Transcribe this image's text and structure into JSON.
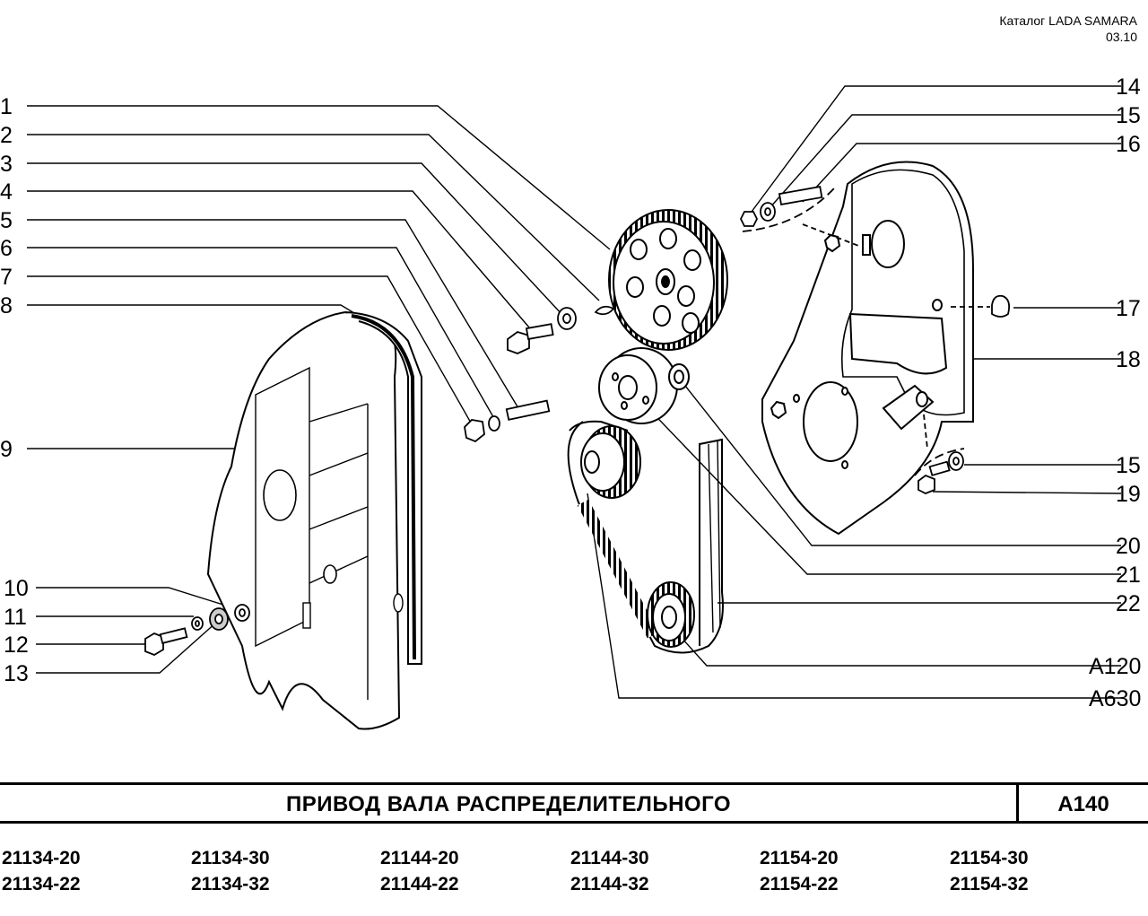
{
  "header": {
    "catalog_line": "Каталог  LADA SAMARA",
    "date": "03.10"
  },
  "title_block": {
    "title": "ПРИВОД  ВАЛА  РАСПРЕДЕЛИТЕЛЬНОГО",
    "page_code": "A140"
  },
  "callouts": {
    "c1": "1",
    "c2": "2",
    "c3": "3",
    "c4": "4",
    "c5": "5",
    "c6": "6",
    "c7": "7",
    "c8": "8",
    "c9": "9",
    "c10": "10",
    "c11": "11",
    "c12": "12",
    "c13": "13",
    "c14": "14",
    "c15a": "15",
    "c16": "16",
    "c17": "17",
    "c18": "18",
    "c15b": "15",
    "c19": "19",
    "c20": "20",
    "c21": "21",
    "c22": "22",
    "a120": "A120",
    "a630": "A630"
  },
  "models": [
    [
      "21134-20",
      "21134-22"
    ],
    [
      "21134-30",
      "21134-32"
    ],
    [
      "21144-20",
      "21144-22"
    ],
    [
      "21144-30",
      "21144-32"
    ],
    [
      "21154-20",
      "21154-22"
    ],
    [
      "21154-30",
      "21154-32"
    ]
  ],
  "colors": {
    "ink": "#000000",
    "paper": "#ffffff",
    "shade": "#b0b0b0"
  }
}
